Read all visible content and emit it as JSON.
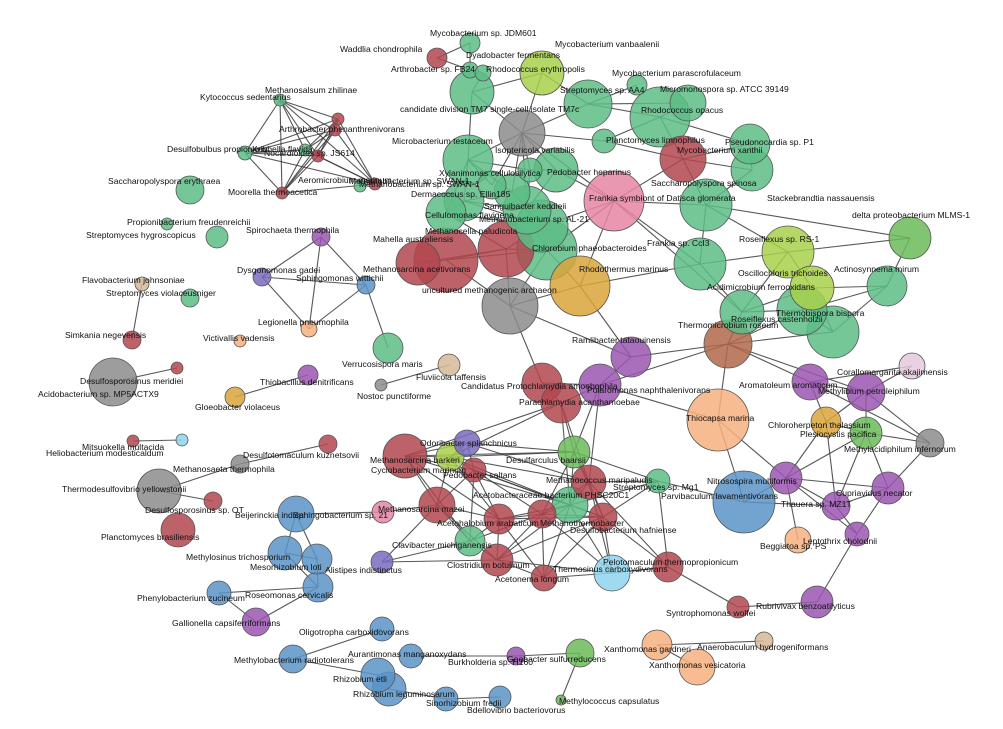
{
  "network": {
    "palette": {
      "green": "#5dbd86",
      "red": "#b3474f",
      "grey": "#8c8c8c",
      "blue": "#5b93c7",
      "purple": "#9a55b0",
      "orange": "#f6b07f",
      "lime": "#a8d04b",
      "pink": "#e685a3",
      "gold": "#d9a43b",
      "tan": "#d4b996",
      "brown": "#b0684a",
      "dkgreen": "#6bbb5a",
      "lightblue": "#8fd4ee",
      "violet": "#7b6bbd",
      "mauve": "#e4c9dd"
    },
    "nodes": [
      {
        "id": "mycjdm601",
        "label": "Mycobacterium sp. JDM601",
        "color": "green"
      },
      {
        "id": "waddlia",
        "label": "Waddlia chondrophila",
        "color": "red"
      },
      {
        "id": "dyadobacter",
        "label": "Dyadobacter fermentans",
        "color": "green"
      },
      {
        "id": "mycvanb",
        "label": "Mycobacterium vanbaalenii",
        "color": "lime"
      },
      {
        "id": "arthfb24",
        "label": "Arthrobacter sp. FB24",
        "color": "green"
      },
      {
        "id": "rhodoery",
        "label": "Rhodococcus erythropolis",
        "color": "green"
      },
      {
        "id": "mycparas",
        "label": "Mycobacterium parascrofulaceum",
        "color": "green"
      },
      {
        "id": "streptaa4",
        "label": "Streptomyces sp. AA4",
        "color": "green"
      },
      {
        "id": "micromono",
        "label": "Micromonospora sp. ATCC 39149",
        "color": "green"
      },
      {
        "id": "tm7c",
        "label": "candidate division TM7 single-cell isolate TM7c",
        "color": "grey"
      },
      {
        "id": "rhodoopac",
        "label": "Rhodococcus opacus",
        "color": "green"
      },
      {
        "id": "microtesta",
        "label": "Microbacterium testaceum",
        "color": "green"
      },
      {
        "id": "planctlim",
        "label": "Planctomyces limnophilus",
        "color": "green"
      },
      {
        "id": "pseudop1",
        "label": "Pseudonocardia sp. P1",
        "color": "green"
      },
      {
        "id": "mycxanth",
        "label": "Mycobacterium xanthii",
        "color": "red"
      },
      {
        "id": "isoptvar",
        "label": "Isoptericola variabilis",
        "color": "green"
      },
      {
        "id": "pedohep",
        "label": "Pedobacter heparinus",
        "color": "green"
      },
      {
        "id": "saccharospin",
        "label": "Saccharopolyspora spinosa",
        "color": "green"
      },
      {
        "id": "xylcell",
        "label": "Xylanimonas cellulosilytica",
        "color": "green"
      },
      {
        "id": "methswan",
        "label": "Methanobacterium sp. SWAN-1",
        "color": "green"
      },
      {
        "id": "frankiadat",
        "label": "Frankia symbiont of Datisca glomerata",
        "color": "pink"
      },
      {
        "id": "stackeb",
        "label": "Stackebrandtia nassauensis",
        "color": "green"
      },
      {
        "id": "dermaco",
        "label": "Dermacoccus sp. Ellin185",
        "color": "green"
      },
      {
        "id": "sanguib",
        "label": "Sanguibacter keddieii",
        "color": "green"
      },
      {
        "id": "cellflav",
        "label": "Cellulomonas flavigena",
        "color": "green"
      },
      {
        "id": "methal21",
        "label": "Methanobacterium sp. AL-21",
        "color": "green"
      },
      {
        "id": "methcell",
        "label": "Methanocella paludicola",
        "color": "red"
      },
      {
        "id": "deltamlms",
        "label": "delta proteobacterium MLMS-1",
        "color": "dkgreen"
      },
      {
        "id": "mahella",
        "label": "Mahella australiensis",
        "color": "red"
      },
      {
        "id": "chlorob",
        "label": "Chlorobium phaeobacteroides",
        "color": "green"
      },
      {
        "id": "frankiaccl3",
        "label": "Frankia sp. CcI3",
        "color": "green"
      },
      {
        "id": "roseirs1",
        "label": "Roseiflexus sp. RS-1",
        "color": "lime"
      },
      {
        "id": "methaceti",
        "label": "Methanosarcina acetivorans",
        "color": "red"
      },
      {
        "id": "rhodotherm",
        "label": "Rhodothermus marinus",
        "color": "gold"
      },
      {
        "id": "oscillo",
        "label": "Oscillochloris trichoides",
        "color": "lime"
      },
      {
        "id": "actinosyn",
        "label": "Actinosynnema mirum",
        "color": "green"
      },
      {
        "id": "uncmeth",
        "label": "uncultured methanogenic archaeon",
        "color": "grey"
      },
      {
        "id": "acidimicro",
        "label": "Acidimicrobium ferrooxidans",
        "color": "green"
      },
      {
        "id": "roseiflcast",
        "label": "Roseiflexus castenholzii",
        "color": "green"
      },
      {
        "id": "thermobisp",
        "label": "Thermobispora bispora",
        "color": "green"
      },
      {
        "id": "thermomicro",
        "label": "Thermomicrobium roseum",
        "color": "brown"
      },
      {
        "id": "ramlibac",
        "label": "Ramlibacter tataouinensis",
        "color": "purple"
      },
      {
        "id": "corallo",
        "label": "Corallomargarita akajimensis",
        "color": "mauve"
      },
      {
        "id": "aromato",
        "label": "Aromatoleum aromaticum",
        "color": "purple"
      },
      {
        "id": "methylibium",
        "label": "Methylibium petroleiphilum",
        "color": "purple"
      },
      {
        "id": "candproto",
        "label": "Candidatus Protochlamydia amoebophila",
        "color": "red"
      },
      {
        "id": "polaromon",
        "label": "Polaromonas naphthalenivorans",
        "color": "purple"
      },
      {
        "id": "parachlam",
        "label": "Parachlamydia acanthamoebae",
        "color": "red"
      },
      {
        "id": "thiocapsa",
        "label": "Thiocapsa marina",
        "color": "orange"
      },
      {
        "id": "chloroherp",
        "label": "Chloroherpeton thalassium",
        "color": "gold"
      },
      {
        "id": "plesiocys",
        "label": "Plesiocystis pacifica",
        "color": "dkgreen"
      },
      {
        "id": "methylacid",
        "label": "Methylacidiphilum infernorum",
        "color": "grey"
      },
      {
        "id": "odoribac",
        "label": "Odoribacter splanchnicus",
        "color": "violet"
      },
      {
        "id": "methbark",
        "label": "Methanosarcina barkeri",
        "color": "red"
      },
      {
        "id": "desulfarc",
        "label": "Desulfarculus baarsii",
        "color": "dkgreen"
      },
      {
        "id": "cyclobac",
        "label": "Cyclobacterium marinum",
        "color": "lime"
      },
      {
        "id": "pedosal",
        "label": "Pedobacter saltans",
        "color": "red"
      },
      {
        "id": "methmaris",
        "label": "Methanococcus maripaludis",
        "color": "red"
      },
      {
        "id": "stremg1",
        "label": "Streptomyces sp. Mg1",
        "color": "green"
      },
      {
        "id": "actphsc",
        "label": "Acetobacteraceae bacterium PHSC20C1",
        "color": "green"
      },
      {
        "id": "nitrosomul",
        "label": "Nitrosospira multiformis",
        "color": "purple"
      },
      {
        "id": "parvibac",
        "label": "Parvibaculum lavamentivorans",
        "color": "blue"
      },
      {
        "id": "cupriav",
        "label": "Cupriavidus necator",
        "color": "purple"
      },
      {
        "id": "methmazei",
        "label": "Methanosarcina mazei",
        "color": "red"
      },
      {
        "id": "thauera",
        "label": "Thauera sp. MZ1T",
        "color": "purple"
      },
      {
        "id": "acetohal",
        "label": "Acetohalobium arabaticum",
        "color": "red"
      },
      {
        "id": "desulfhal",
        "label": "Desulfobacterium hafniense",
        "color": "red"
      },
      {
        "id": "methbtaiw",
        "label": "Methanothermobacter",
        "color": "red"
      },
      {
        "id": "leptothr",
        "label": "Leptothrix cholodnii",
        "color": "purple"
      },
      {
        "id": "clavibac",
        "label": "Clavibacter michiganensis",
        "color": "green"
      },
      {
        "id": "beggiatoa",
        "label": "Beggiatoa sp. PS",
        "color": "orange"
      },
      {
        "id": "pelotom",
        "label": "Pelotomaculum thermopropionicum",
        "color": "red"
      },
      {
        "id": "alistipes",
        "label": "Alistipes indistinctus",
        "color": "violet"
      },
      {
        "id": "clostbot",
        "label": "Clostridium botulinum",
        "color": "red"
      },
      {
        "id": "thermosin",
        "label": "Thermosinus carboxydivorans",
        "color": "lightblue"
      },
      {
        "id": "acetonema",
        "label": "Acetonema longum",
        "color": "red"
      },
      {
        "id": "rubrivivax",
        "label": "Rubrivivax benzoatilyticus",
        "color": "purple"
      },
      {
        "id": "syntrophomonas",
        "label": "Syntrophomonas wolfei",
        "color": "red"
      },
      {
        "id": "anaerobac",
        "label": "Anaerobaculum hydrogeniformans",
        "color": "tan"
      },
      {
        "id": "xanthgard",
        "label": "Xanthomonas gardneri",
        "color": "orange"
      },
      {
        "id": "xanthvesi",
        "label": "Xanthomonas vesicatoria",
        "color": "orange"
      },
      {
        "id": "geobac",
        "label": "Geobacter sulfurreducens",
        "color": "dkgreen"
      },
      {
        "id": "methylococ",
        "label": "Methylococcus capsulatus",
        "color": "dkgreen"
      },
      {
        "id": "burkh",
        "label": "Burkholderia sp. H160",
        "color": "purple"
      },
      {
        "id": "aurantim",
        "label": "Aurantimonas manganoxydans",
        "color": "blue"
      },
      {
        "id": "bdellov",
        "label": "Bdellovibrio bacteriovorus",
        "color": "blue"
      },
      {
        "id": "sinorhiz",
        "label": "Sinorhizobium fredii",
        "color": "blue"
      },
      {
        "id": "rhizoleg",
        "label": "Rhizobium leguminosarum",
        "color": "blue"
      },
      {
        "id": "rhizoetli",
        "label": "Rhizobium etli",
        "color": "blue"
      },
      {
        "id": "methylbac",
        "label": "Methylobacterium radiotolerans",
        "color": "blue"
      },
      {
        "id": "oligotro",
        "label": "Oligotropha carboxidovorans",
        "color": "blue"
      },
      {
        "id": "gallionella",
        "label": "Gallionella capsiferriformans",
        "color": "purple"
      },
      {
        "id": "phenylob",
        "label": "Phenylobacterium zucineum",
        "color": "blue"
      },
      {
        "id": "roseomon",
        "label": "Roseomonas cervicalis",
        "color": "blue"
      },
      {
        "id": "methylosin",
        "label": "Methylosinus trichosporium",
        "color": "blue"
      },
      {
        "id": "mesorhiz",
        "label": "Mesorhizobium loti",
        "color": "blue"
      },
      {
        "id": "beijerinck",
        "label": "Beijerinckia indica",
        "color": "blue"
      },
      {
        "id": "sphingob",
        "label": "Sphingobacterium sp. 21",
        "color": "pink"
      },
      {
        "id": "planctbras",
        "label": "Planctomyces brasiliensis",
        "color": "red"
      },
      {
        "id": "desulfosot",
        "label": "Desulfosporosinus sp. OT",
        "color": "red"
      },
      {
        "id": "thermodesulfo",
        "label": "Thermodesulfovibrio yellowstonii",
        "color": "grey"
      },
      {
        "id": "methanosaeta",
        "label": "Methanosaeta thermophila",
        "color": "grey"
      },
      {
        "id": "desulfotom",
        "label": "Desulfotomaculum kuznetsovii",
        "color": "red"
      },
      {
        "id": "heliobac",
        "label": "Heliobacterium modesticaldum",
        "color": "lightblue"
      },
      {
        "id": "mitsuokella",
        "label": "Mitsuokella multacida",
        "color": "red"
      },
      {
        "id": "acidobac",
        "label": "Acidobacterium sp. MP5ACTX9",
        "color": "grey"
      },
      {
        "id": "desulfomer",
        "label": "Desulfosporosinus meridiei",
        "color": "red"
      },
      {
        "id": "gloeobac",
        "label": "Gloeobacter violaceus",
        "color": "gold"
      },
      {
        "id": "thiobac",
        "label": "Thiobacillus denitrificans",
        "color": "purple"
      },
      {
        "id": "nostoc",
        "label": "Nostoc punctiforme",
        "color": "grey"
      },
      {
        "id": "fluviicola",
        "label": "Fluviicola taffensis",
        "color": "tan"
      },
      {
        "id": "simkania",
        "label": "Simkania negevensis",
        "color": "red"
      },
      {
        "id": "victivallis",
        "label": "Victivallis vadensis",
        "color": "orange"
      },
      {
        "id": "legionella",
        "label": "Legionella pneumophila",
        "color": "orange"
      },
      {
        "id": "verrucos",
        "label": "Verrucosispora maris",
        "color": "green"
      },
      {
        "id": "flavobac",
        "label": "Flavobacterium johnsoniae",
        "color": "tan"
      },
      {
        "id": "streptviol",
        "label": "Streptomyces violaceusniger",
        "color": "green"
      },
      {
        "id": "dysgono",
        "label": "Dysgonomonas gadei",
        "color": "violet"
      },
      {
        "id": "sphingomon",
        "label": "Sphingomonas wittichii",
        "color": "blue"
      },
      {
        "id": "spirochaeta",
        "label": "Spirochaeta thermophila",
        "color": "purple"
      },
      {
        "id": "propionibac",
        "label": "Propionibacterium freudenreichii",
        "color": "green"
      },
      {
        "id": "streptohygro",
        "label": "Streptomyces hygroscopicus",
        "color": "green"
      },
      {
        "id": "saccharoery",
        "label": "Saccharopolyspora erythraea",
        "color": "green"
      },
      {
        "id": "desulfobulb",
        "label": "Desulfobulbus propionicus",
        "color": "green"
      },
      {
        "id": "methanosals",
        "label": "Methanosalsum zhilinae",
        "color": "red"
      },
      {
        "id": "kytococ",
        "label": "Kytococcus sedentarius",
        "color": "green"
      },
      {
        "id": "arthphen",
        "label": "Arthrobacter phenanthrenivorans",
        "color": "red"
      },
      {
        "id": "kribbella",
        "label": "Kribbella flavida",
        "color": "green"
      },
      {
        "id": "nocardioid",
        "label": "Nocardioides sp. JS614",
        "color": "red"
      },
      {
        "id": "aeromicro",
        "label": "Aeromicrobium marinum",
        "color": "red"
      },
      {
        "id": "moorella",
        "label": "Moorella thermoacetica",
        "color": "red"
      },
      {
        "id": "methanobthm",
        "label": "Methanobacterium sp. SWAN-1",
        "color": "green"
      }
    ]
  }
}
